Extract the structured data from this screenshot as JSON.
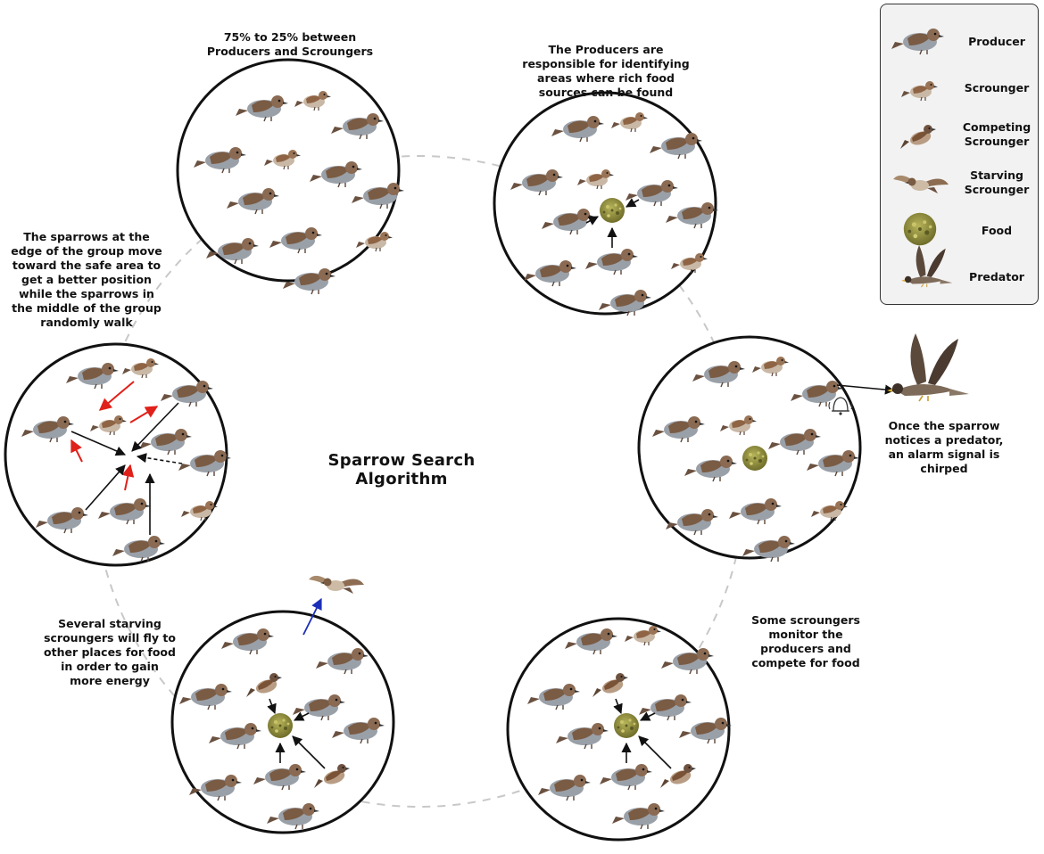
{
  "title": "Sparrow Search Algorithm",
  "captions": {
    "ratio": "75% to 25% between Producers and Scroungers",
    "producers": "The Producers are responsible for identifying areas where rich food sources can be found",
    "edge": "The sparrows at the edge of the group move toward the safe area to get a better position while the sparrows in the middle of the group randomly walk",
    "predator": "Once the sparrow notices a predator, an alarm signal is chirped",
    "starving": "Several starving scroungers will fly to other places for food in order to gain more energy",
    "monitor": "Some scroungers monitor the producers and compete for food"
  },
  "legend": {
    "items": [
      {
        "label": "Producer",
        "icon": "producer-sparrow-icon"
      },
      {
        "label": "Scrounger",
        "icon": "scrounger-sparrow-icon"
      },
      {
        "label": "Competing Scrounger",
        "icon": "competing-scrounger-icon"
      },
      {
        "label": "Starving Scrounger",
        "icon": "starving-scrounger-icon"
      },
      {
        "label": "Food",
        "icon": "food-icon"
      },
      {
        "label": "Predator",
        "icon": "predator-hawk-icon"
      }
    ]
  },
  "colors": {
    "producer": "#8a8f97",
    "scrounger": "#a07a5a",
    "food": "#8c8a3c",
    "escape_arrow": "#1c2fb8",
    "edge_arrow": "#e0201a",
    "normal_arrow": "#111111",
    "orbit": "#c8c8c8"
  }
}
